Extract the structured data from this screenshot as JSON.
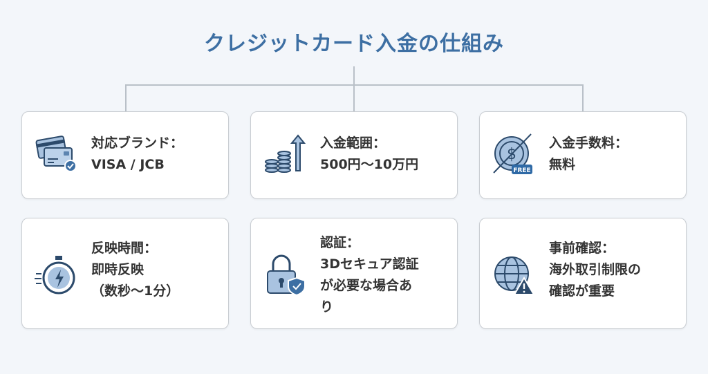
{
  "title": "クレジットカード入金の仕組み",
  "cards": [
    {
      "label": "対応ブランド：",
      "value": [
        "VISA / JCB"
      ],
      "icon": "credit-card-icon"
    },
    {
      "label": "入金範囲：",
      "value": [
        "500円〜10万円"
      ],
      "icon": "coin-stack-icon"
    },
    {
      "label": "入金手数料：",
      "value": [
        "無料"
      ],
      "icon": "free-fee-icon",
      "badge": "FREE"
    },
    {
      "label": "反映時間：",
      "value": [
        "即時反映",
        "（数秒〜1分）"
      ],
      "icon": "stopwatch-icon"
    },
    {
      "label": "認証：",
      "value": [
        "3Dセキュア認証",
        "が必要な場合あ",
        "り"
      ],
      "icon": "padlock-shield-icon"
    },
    {
      "label": "事前確認：",
      "value": [
        "海外取引制限の",
        "確認が重要"
      ],
      "icon": "globe-warning-icon"
    }
  ],
  "colors": {
    "accent": "#3d6fa3",
    "icon_fill": "#a9c3e0",
    "icon_stroke": "#2c4a6b"
  }
}
